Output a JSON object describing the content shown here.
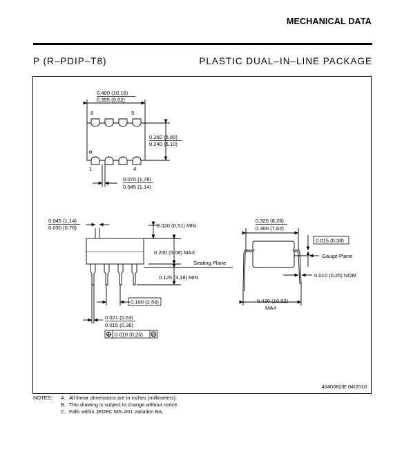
{
  "header": {
    "section_title": "MECHANICAL DATA"
  },
  "package": {
    "designator": "P (R–PDIP–T8)",
    "type": "PLASTIC DUAL–IN–LINE PACKAGE"
  },
  "top_view": {
    "length_max": "0.400 (10,16)",
    "length_min": "0.355 (9,02)",
    "width_max": "0.260 (6,60)",
    "width_min": "0.240 (6,10)",
    "pin_8": "8",
    "pin_5": "5",
    "pin_1": "1",
    "pin_4": "4",
    "shoulder_max": "0.070 (1,78)",
    "shoulder_min": "0.045 (1,14)"
  },
  "side_view": {
    "lead_width_max": "0.045 (1,14)",
    "lead_width_min": "0.030 (0,76)",
    "standoff_min": "0.020 (0,51) MIN",
    "height_max": "0.200 (5,08) MAX",
    "seating_plane": "Seating Plane",
    "lead_length_min": "0.125 (3,18) MIN",
    "pitch": "0.100 (2,54)",
    "lead_thick_max": "0.021 (0,53)",
    "lead_thick_min": "0.015 (0,38)",
    "tolerance": "0.010 (0,25)"
  },
  "end_view": {
    "row_spacing_max": "0.325 (8,26)",
    "row_spacing_min": "0.300 (7,62)",
    "lead_thickness": "0.015 (0,38)",
    "gauge_plane": "Gauge Plane",
    "lead_offset": "0.010 (0,25) NOM",
    "span_max": "0.430 (10,92)",
    "span_label": "MAX"
  },
  "drawing_id": "4040082/E  04/2010",
  "notes": {
    "label": "NOTES:",
    "items": [
      {
        "letter": "A.",
        "text": "All linear dimensions are in inches (millimeters)."
      },
      {
        "letter": "B.",
        "text": "This drawing is subject to change without notice."
      },
      {
        "letter": "C.",
        "text": "Falls within JEDEC MS–001 variation BA."
      }
    ]
  }
}
